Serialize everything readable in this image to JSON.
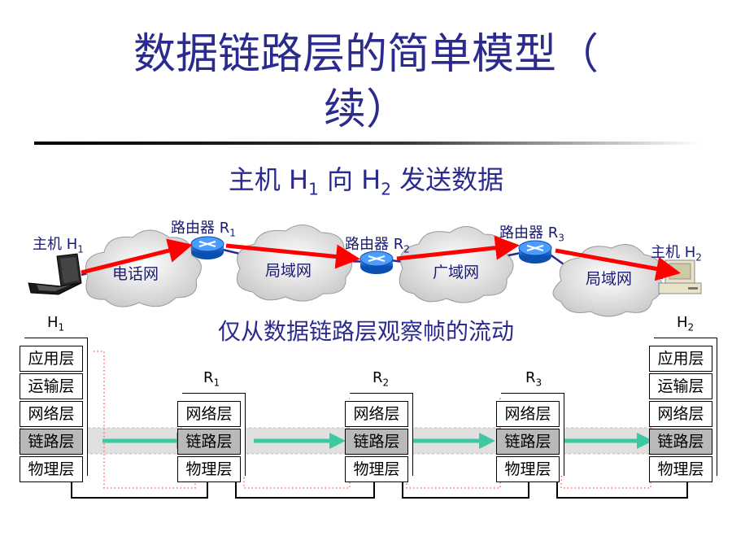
{
  "title": {
    "line1": "数据链路层的简单模型（",
    "line2": "续）"
  },
  "subtitle": {
    "prefix": "主机 H",
    "h1_sub": "1",
    "middle": " 向 H",
    "h2_sub": "2",
    "suffix": " 发送数据"
  },
  "network": {
    "host_h1": {
      "text": "主机 H",
      "sub": "1"
    },
    "host_h2": {
      "text": "主机 H",
      "sub": "2"
    },
    "router1": {
      "text": "路由器 R",
      "sub": "1"
    },
    "router2": {
      "text": "路由器 R",
      "sub": "2"
    },
    "router3": {
      "text": "路由器 R",
      "sub": "3"
    },
    "cloud1": "电话网",
    "cloud2": "局域网",
    "cloud3": "广域网",
    "cloud4": "局域网"
  },
  "caption": "仅从数据链路层观察帧的流动",
  "stacks": {
    "h1": {
      "label": "H",
      "sub": "1",
      "layers": [
        "应用层",
        "运输层",
        "网络层",
        "链路层",
        "物理层"
      ]
    },
    "r1": {
      "label": "R",
      "sub": "1",
      "layers": [
        "网络层",
        "链路层",
        "物理层"
      ]
    },
    "r2": {
      "label": "R",
      "sub": "2",
      "layers": [
        "网络层",
        "链路层",
        "物理层"
      ]
    },
    "r3": {
      "label": "R",
      "sub": "3",
      "layers": [
        "网络层",
        "链路层",
        "物理层"
      ]
    },
    "h2": {
      "label": "H",
      "sub": "2",
      "layers": [
        "应用层",
        "运输层",
        "网络层",
        "链路层",
        "物理层"
      ]
    }
  },
  "colors": {
    "title": "#2b2b8f",
    "flow_arrow": "#ff0000",
    "frame_arrow": "#3cc8a0",
    "link_band": "#c8c8c8",
    "router": "#1f6fd1",
    "cloud": "#d9d9d9"
  }
}
